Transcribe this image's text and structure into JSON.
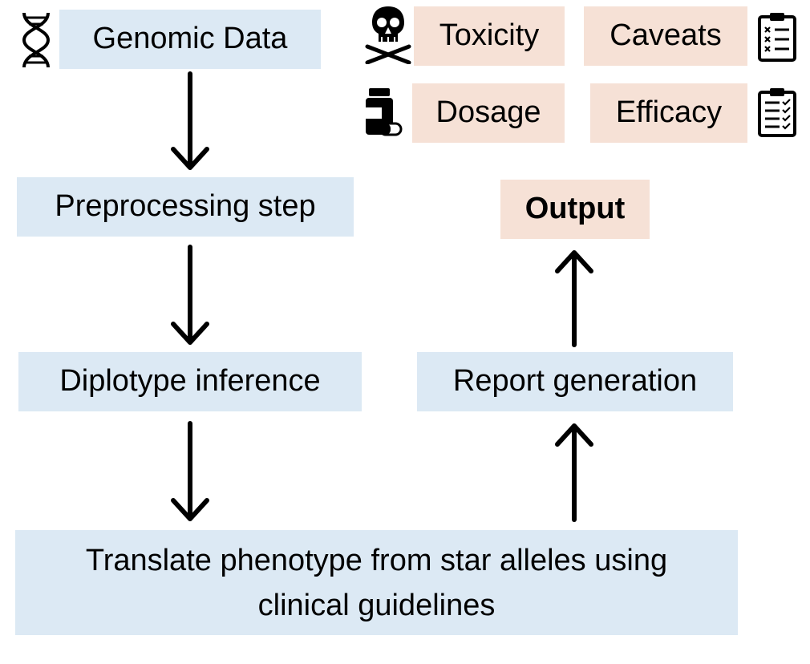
{
  "nodes": {
    "genomic_data": "Genomic Data",
    "preprocessing": "Preprocessing step",
    "diplotype": "Diplotype inference",
    "translate_line1": "Translate phenotype from star alleles using",
    "translate_line2": "clinical guidelines",
    "report": "Report generation",
    "output": "Output",
    "toxicity": "Toxicity",
    "caveats": "Caveats",
    "dosage": "Dosage",
    "efficacy": "Efficacy"
  },
  "icons": [
    "dna-icon",
    "skull-crossbones-icon",
    "clipboard-x-icon",
    "pill-bottle-icon",
    "clipboard-check-icon"
  ],
  "colors": {
    "input_box": "#dce9f4",
    "output_box": "#f6e1d6",
    "arrow": "#000000"
  }
}
